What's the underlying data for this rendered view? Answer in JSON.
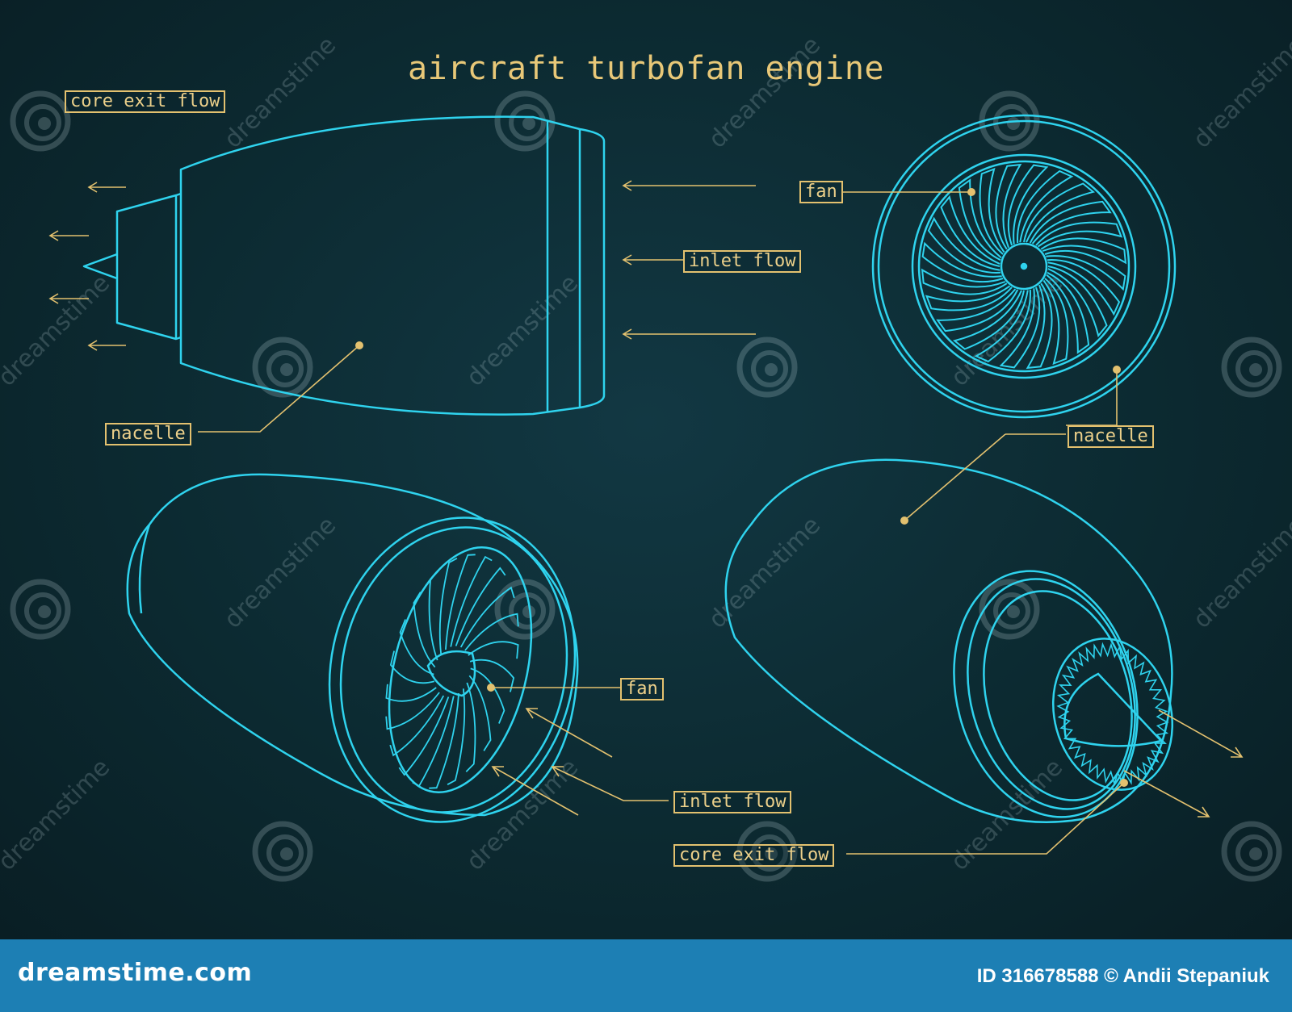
{
  "title": "aircraft turbofan engine",
  "colors": {
    "background": "#0c262d",
    "drawing_lines": "#2fd3ee",
    "label_text": "#ecd08a",
    "footer": "#1d7fb4"
  },
  "labels": {
    "side_core_exit_flow": "core exit flow",
    "side_inlet_flow": "inlet flow",
    "side_nacelle": "nacelle",
    "front_fan": "fan",
    "front_nacelle": "nacelle",
    "iso_front_fan": "fan",
    "iso_front_inlet_flow": "inlet flow",
    "iso_rear_core_exit_flow": "core exit flow"
  },
  "watermark": {
    "text": "dreamstime",
    "icon": "spiral-icon"
  },
  "footer": {
    "brand": "dreamstime.com",
    "credit": "ID 316678588 © Andii Stepaniuk"
  }
}
